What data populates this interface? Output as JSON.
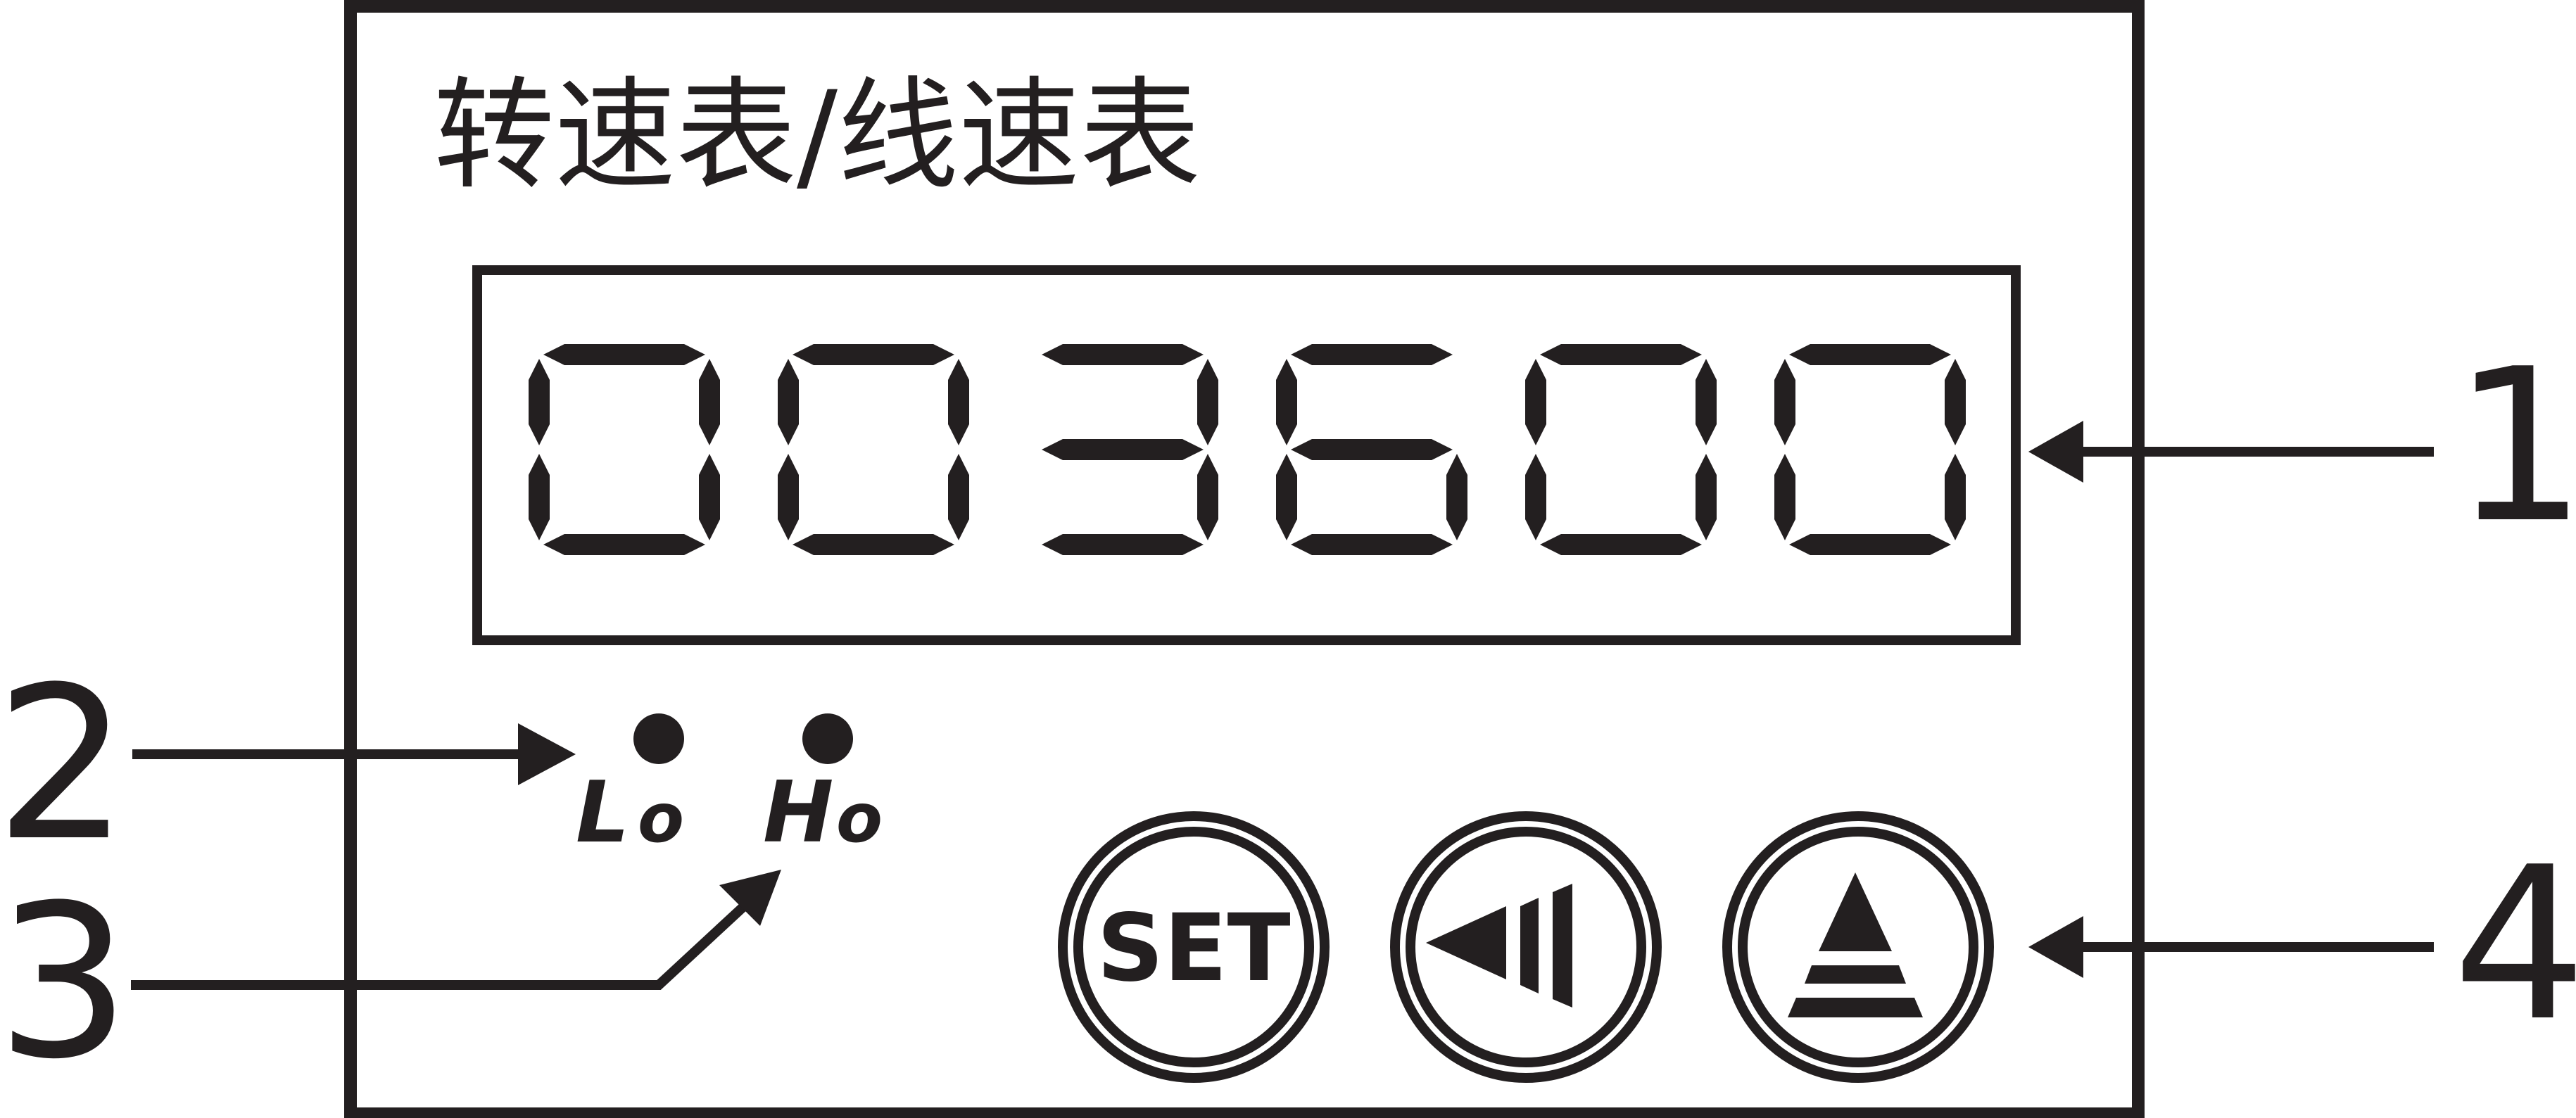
{
  "panel": {
    "title": "转速表/线速表"
  },
  "display": {
    "digits": [
      "0",
      "0",
      "3",
      "6",
      "0",
      "0"
    ]
  },
  "indicators": [
    {
      "id": "lo",
      "letter": "L",
      "sub": "o"
    },
    {
      "id": "ho",
      "letter": "H",
      "sub": "o"
    }
  ],
  "buttons": [
    {
      "id": "set",
      "label": "SET",
      "icon": "set-text"
    },
    {
      "id": "shift",
      "label": "",
      "icon": "shift-left-icon"
    },
    {
      "id": "up",
      "label": "",
      "icon": "up-triangle-icon"
    }
  ],
  "callouts": [
    "1",
    "2",
    "3",
    "4"
  ],
  "colors": {
    "ink": "#231f20",
    "background": "#ffffff"
  }
}
